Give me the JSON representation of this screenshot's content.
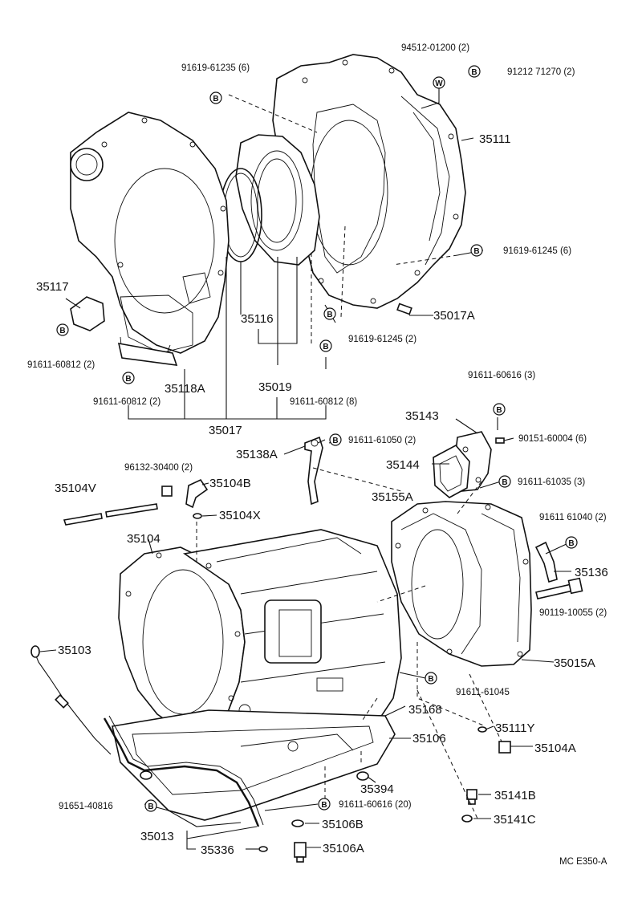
{
  "labels": {
    "p35111": "35111",
    "p35117": "35117",
    "p35116": "35116",
    "p35019": "35019",
    "p35118A": "35118A",
    "p35017": "35017",
    "p35017A": "35017A",
    "p35143": "35143",
    "p35144": "35144",
    "p35138A": "35138A",
    "p35155A": "35155A",
    "p35104V": "35104V",
    "p35104B": "35104B",
    "p35104X": "35104X",
    "p35104": "35104",
    "p35136": "35136",
    "p35015A": "35015A",
    "p35103": "35103",
    "p35168": "35168",
    "p35111Y": "35111Y",
    "p35104A": "35104A",
    "p35106": "35106",
    "p35394": "35394",
    "p35141B": "35141B",
    "p35141C": "35141C",
    "p35106B": "35106B",
    "p35013": "35013",
    "p35336": "35336",
    "p35106A": "35106A"
  },
  "callouts": {
    "c94512": "94512-01200 (2)",
    "c91212": "91212 71270 (2)",
    "c91619_61235": "91619-61235 (6)",
    "c91619_61245_6": "91619-61245 (6)",
    "c91619_61245_2": "91619-61245 (2)",
    "c91611_60812_2a": "91611-60812 (2)",
    "c91611_60812_2b": "91611-60812 (2)",
    "c91611_60812_8": "91611-60812 (8)",
    "c91611_60616_3": "91611-60616 (3)",
    "c91611_61050": "91611-61050 (2)",
    "c90151": "90151-60004 (6)",
    "c96132": "96132-30400 (2)",
    "c91611_61035": "91611-61035 (3)",
    "c91611_61040": "91611 61040 (2)",
    "c90119": "90119-10055 (2)",
    "c91611_61045": "91611-61045",
    "c91651": "91651-40816",
    "c91611_60616_20": "91611-60616 (20)"
  },
  "symbols": {
    "b": "B",
    "w": "W"
  },
  "footer": "MC E350-A"
}
